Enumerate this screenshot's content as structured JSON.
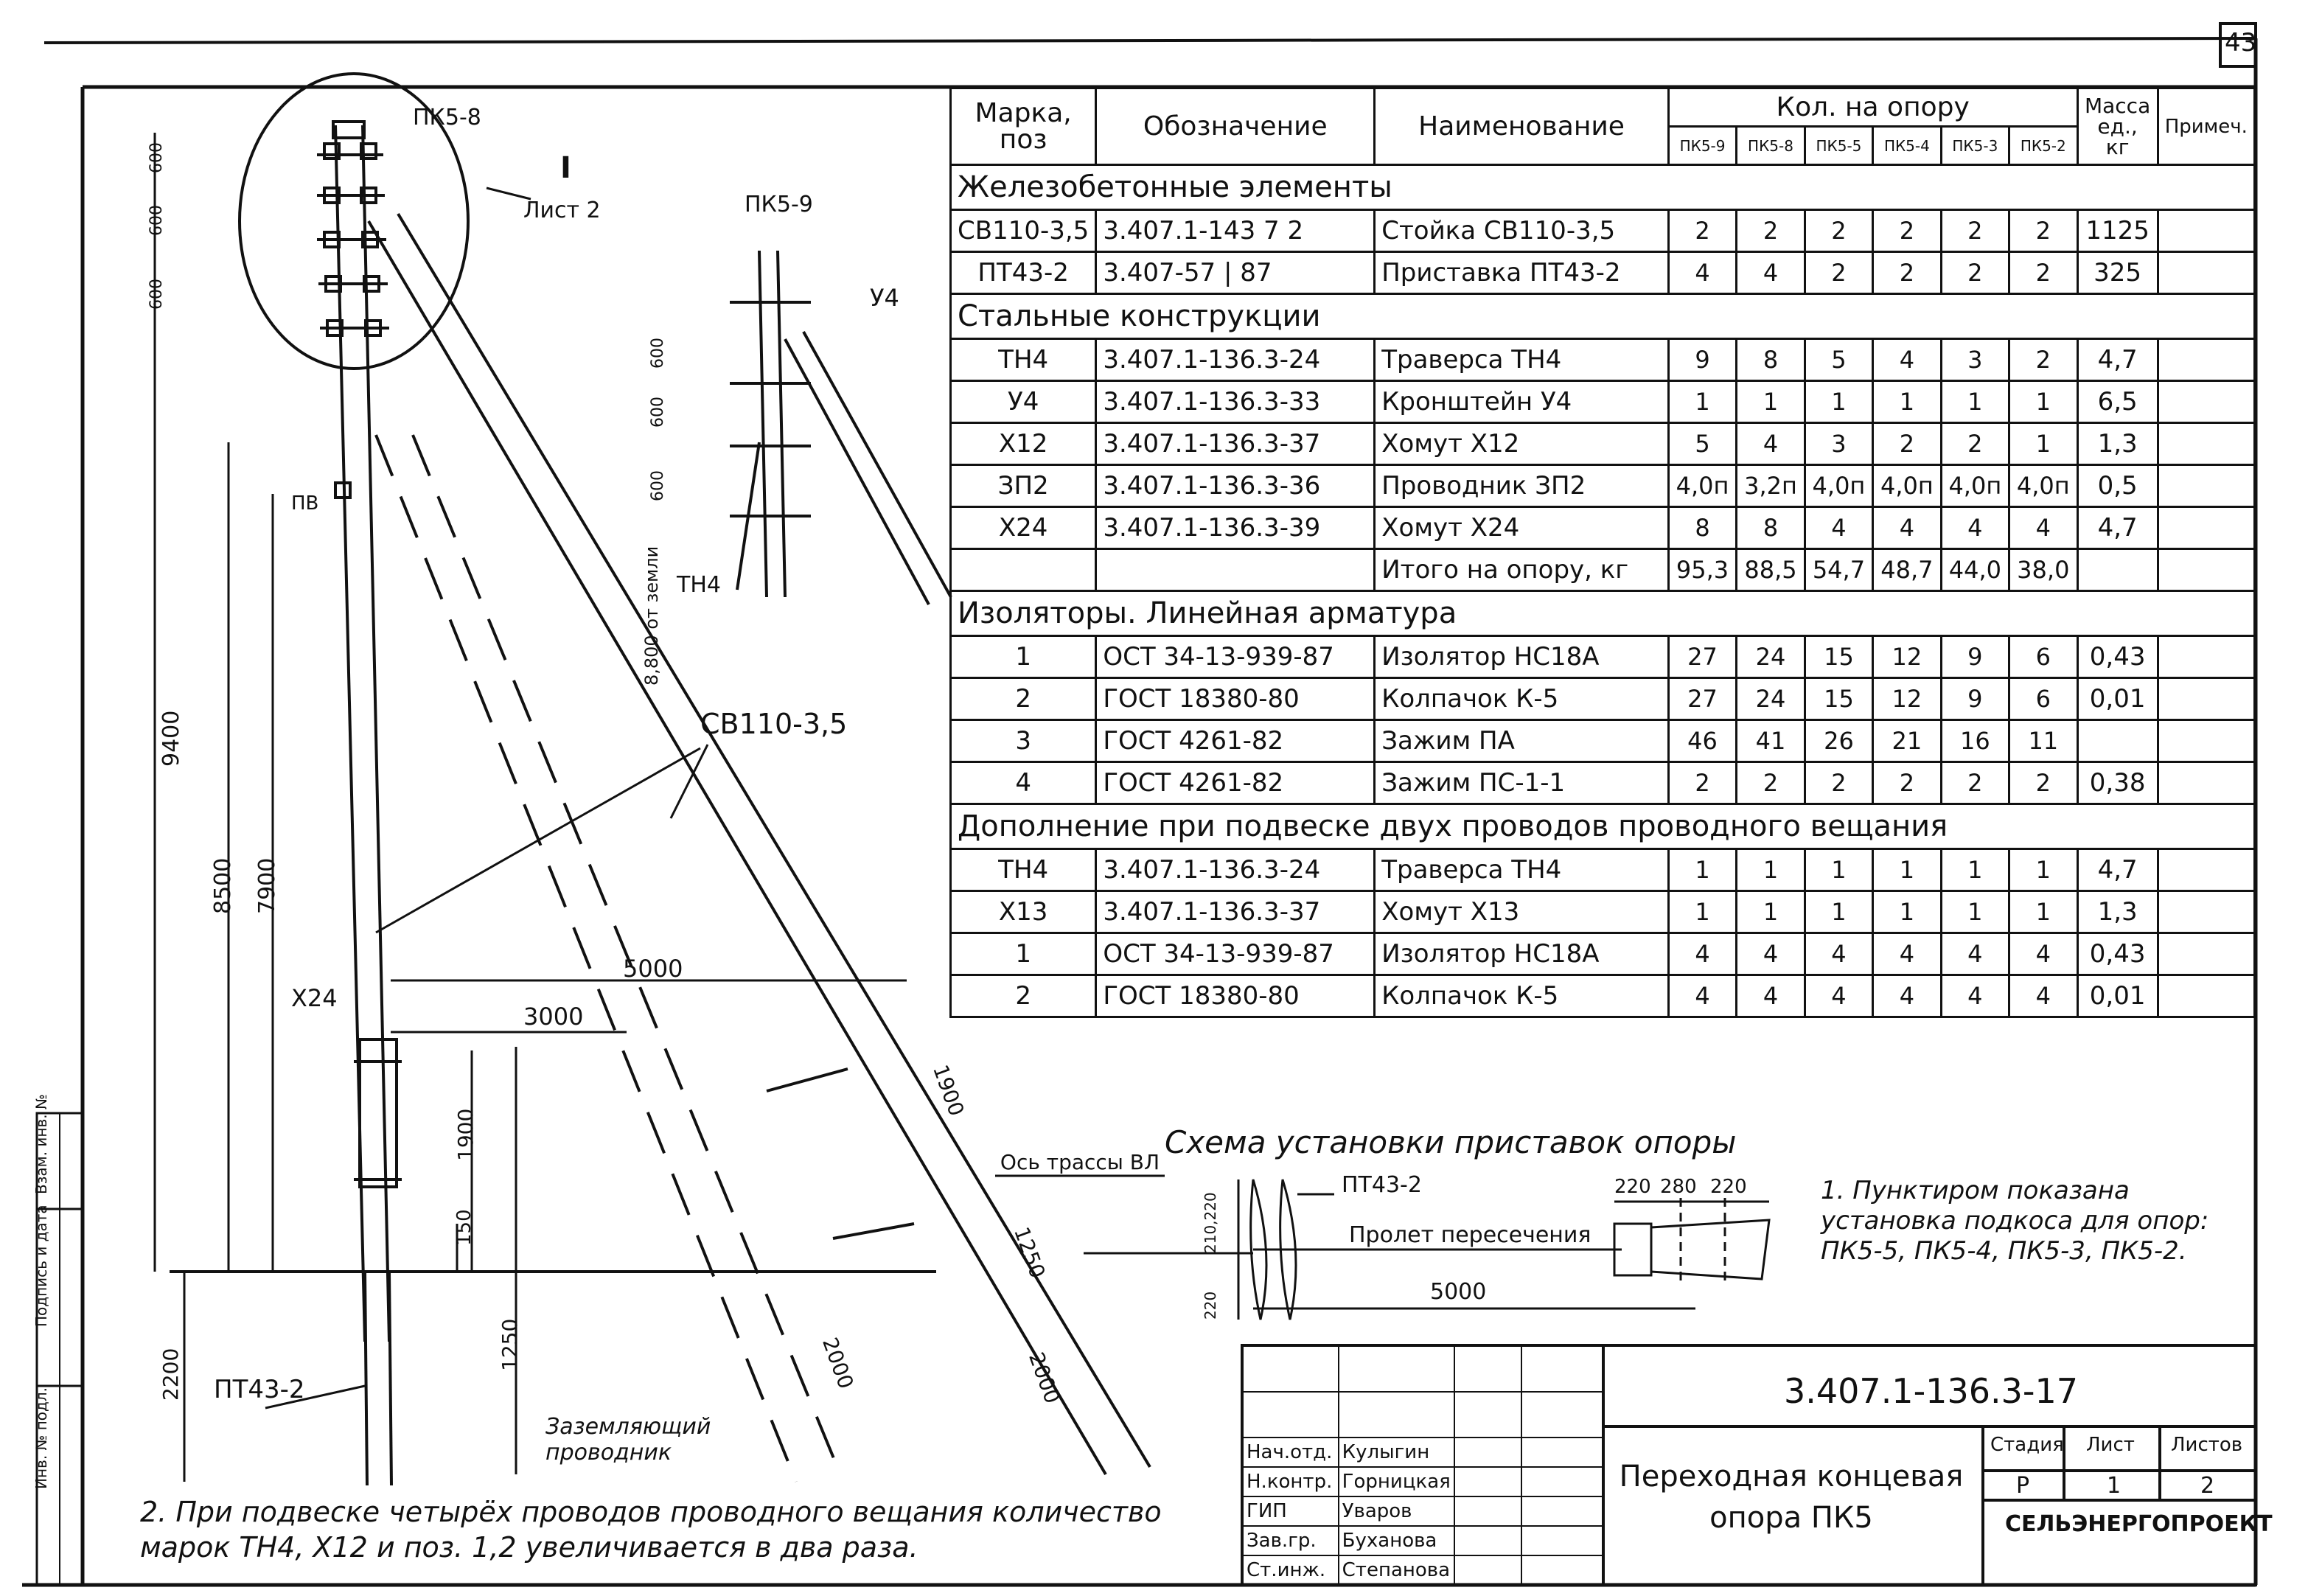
{
  "sheet": {
    "page_number": "43",
    "sheet_ref_label": "Лист 2",
    "sheet_ref_mark": "I"
  },
  "drawing": {
    "pk58_label": "ПК5-8",
    "pk59_label": "ПК5-9",
    "label_pv": "ПВ",
    "label_u4": "У4",
    "label_th4": "ТН4",
    "label_x24": "Х24",
    "label_sv": "СВ110-3,5",
    "label_pt43": "ПТ43-2",
    "label_ground": "Заземляющий проводник",
    "ground_note_small": "8,800 от земли",
    "dims": {
      "d9400": "9400",
      "d8500": "8500",
      "d7900": "7900",
      "d5000": "5000",
      "d3000": "3000",
      "d1900a": "1900",
      "d1900b": "1900",
      "d150": "150",
      "d1250a": "1250",
      "d1250b": "1250",
      "d2200": "2200",
      "d2000a": "2000",
      "d2000b": "2000",
      "d600a": "600",
      "d600b": "600",
      "d600c": "600",
      "d600d": "600",
      "d600e": "600",
      "d600f": "600"
    }
  },
  "spec_table": {
    "headers": {
      "mark": "Марка, поз",
      "designation": "Обозначение",
      "name": "Наименование",
      "qty_group": "Кол. на опору",
      "qty_cols": [
        "ПК5-9",
        "ПК5-8",
        "ПК5-5",
        "ПК5-4",
        "ПК5-3",
        "ПК5-2"
      ],
      "mass": "Масса ед., кг",
      "note": "Примеч."
    },
    "sections": [
      {
        "title": "Железобетонные элементы",
        "rows": [
          {
            "mark": "СВ110-3,5",
            "designation": "3.407.1-143 7 2",
            "name": "Стойка СВ110-3,5",
            "qty": [
              "2",
              "2",
              "2",
              "2",
              "2",
              "2"
            ],
            "mass": "1125"
          },
          {
            "mark": "ПТ43-2",
            "designation": "3.407-57 | 87",
            "name": "Приставка ПТ43-2",
            "qty": [
              "4",
              "4",
              "2",
              "2",
              "2",
              "2"
            ],
            "mass": "325"
          }
        ]
      },
      {
        "title": "Стальные конструкции",
        "rows": [
          {
            "mark": "ТН4",
            "designation": "3.407.1-136.3-24",
            "name": "Траверса ТН4",
            "qty": [
              "9",
              "8",
              "5",
              "4",
              "3",
              "2"
            ],
            "mass": "4,7"
          },
          {
            "mark": "У4",
            "designation": "3.407.1-136.3-33",
            "name": "Кронштейн У4",
            "qty": [
              "1",
              "1",
              "1",
              "1",
              "1",
              "1"
            ],
            "mass": "6,5"
          },
          {
            "mark": "Х12",
            "designation": "3.407.1-136.3-37",
            "name": "Хомут Х12",
            "qty": [
              "5",
              "4",
              "3",
              "2",
              "2",
              "1"
            ],
            "mass": "1,3"
          },
          {
            "mark": "ЗП2",
            "designation": "3.407.1-136.3-36",
            "name": "Проводник ЗП2",
            "qty": [
              "4,0п",
              "3,2п",
              "4,0п",
              "4,0п",
              "4,0п",
              "4,0п"
            ],
            "mass": "0,5"
          },
          {
            "mark": "Х24",
            "designation": "3.407.1-136.3-39",
            "name": "Хомут Х24",
            "qty": [
              "8",
              "8",
              "4",
              "4",
              "4",
              "4"
            ],
            "mass": "4,7"
          },
          {
            "mark": "",
            "designation": "",
            "name": "Итого на опору, кг",
            "qty": [
              "95,3",
              "88,5",
              "54,7",
              "48,7",
              "44,0",
              "38,0"
            ],
            "mass": ""
          }
        ]
      },
      {
        "title": "Изоляторы. Линейная арматура",
        "rows": [
          {
            "mark": "1",
            "designation": "ОСТ 34-13-939-87",
            "name": "Изолятор НС18А",
            "qty": [
              "27",
              "24",
              "15",
              "12",
              "9",
              "6"
            ],
            "mass": "0,43"
          },
          {
            "mark": "2",
            "designation": "ГОСТ 18380-80",
            "name": "Колпачок К-5",
            "qty": [
              "27",
              "24",
              "15",
              "12",
              "9",
              "6"
            ],
            "mass": "0,01"
          },
          {
            "mark": "3",
            "designation": "ГОСТ 4261-82",
            "name": "Зажим ПА",
            "qty": [
              "46",
              "41",
              "26",
              "21",
              "16",
              "11"
            ],
            "mass": ""
          },
          {
            "mark": "4",
            "designation": "ГОСТ 4261-82",
            "name": "Зажим ПС-1-1",
            "qty": [
              "2",
              "2",
              "2",
              "2",
              "2",
              "2"
            ],
            "mass": "0,38"
          }
        ]
      },
      {
        "title": "Дополнение при подвеске двух проводов проводного вещания",
        "rows": [
          {
            "mark": "ТН4",
            "designation": "3.407.1-136.3-24",
            "name": "Траверса ТН4",
            "qty": [
              "1",
              "1",
              "1",
              "1",
              "1",
              "1"
            ],
            "mass": "4,7"
          },
          {
            "mark": "Х13",
            "designation": "3.407.1-136.3-37",
            "name": "Хомут Х13",
            "qty": [
              "1",
              "1",
              "1",
              "1",
              "1",
              "1"
            ],
            "mass": "1,3"
          },
          {
            "mark": "1",
            "designation": "ОСТ 34-13-939-87",
            "name": "Изолятор НС18А",
            "qty": [
              "4",
              "4",
              "4",
              "4",
              "4",
              "4"
            ],
            "mass": "0,43"
          },
          {
            "mark": "2",
            "designation": "ГОСТ 18380-80",
            "name": "Колпачок К-5",
            "qty": [
              "4",
              "4",
              "4",
              "4",
              "4",
              "4"
            ],
            "mass": "0,01"
          }
        ]
      }
    ]
  },
  "scheme": {
    "title": "Схема установки приставок опоры",
    "axis_label": "Ось трассы ВЛ",
    "pt_label": "ПТ43-2",
    "span_label": "Пролет пересечения",
    "dim_5000": "5000",
    "dim_220a": "220",
    "dim_280": "280",
    "dim_220b": "220",
    "dim_left_top": "210,220",
    "dim_left_bot": "220"
  },
  "notes": {
    "note1": "1. Пунктиром показана установка подкоса для опор: ПК5-5, ПК5-4, ПК5-3, ПК5-2.",
    "note2": "2. При подвеске четырёх проводов проводного вещания количество марок ТН4, Х12 и поз. 1,2 увеличивается в два раза."
  },
  "side_stamp": [
    "Инв. № подл.",
    "Подпись и дата",
    "Взам. инв. №"
  ],
  "title_block": {
    "doc_code": "3.407.1-136.3-17",
    "title": "Переходная концевая опора ПК5",
    "stage_label": "Стадия",
    "sheet_label": "Лист",
    "sheets_label": "Листов",
    "stage": "Р",
    "sheet": "1",
    "sheets": "2",
    "org": "СЕЛЬЭНЕРГОПРОЕКТ",
    "signers": [
      {
        "role": "Нач.отд.",
        "name": "Кулыгин"
      },
      {
        "role": "Н.контр.",
        "name": "Горницкая"
      },
      {
        "role": "ГИП",
        "name": "Уваров"
      },
      {
        "role": "Зав.гр.",
        "name": "Буханова"
      },
      {
        "role": "Ст.инж.",
        "name": "Степанова"
      }
    ]
  }
}
